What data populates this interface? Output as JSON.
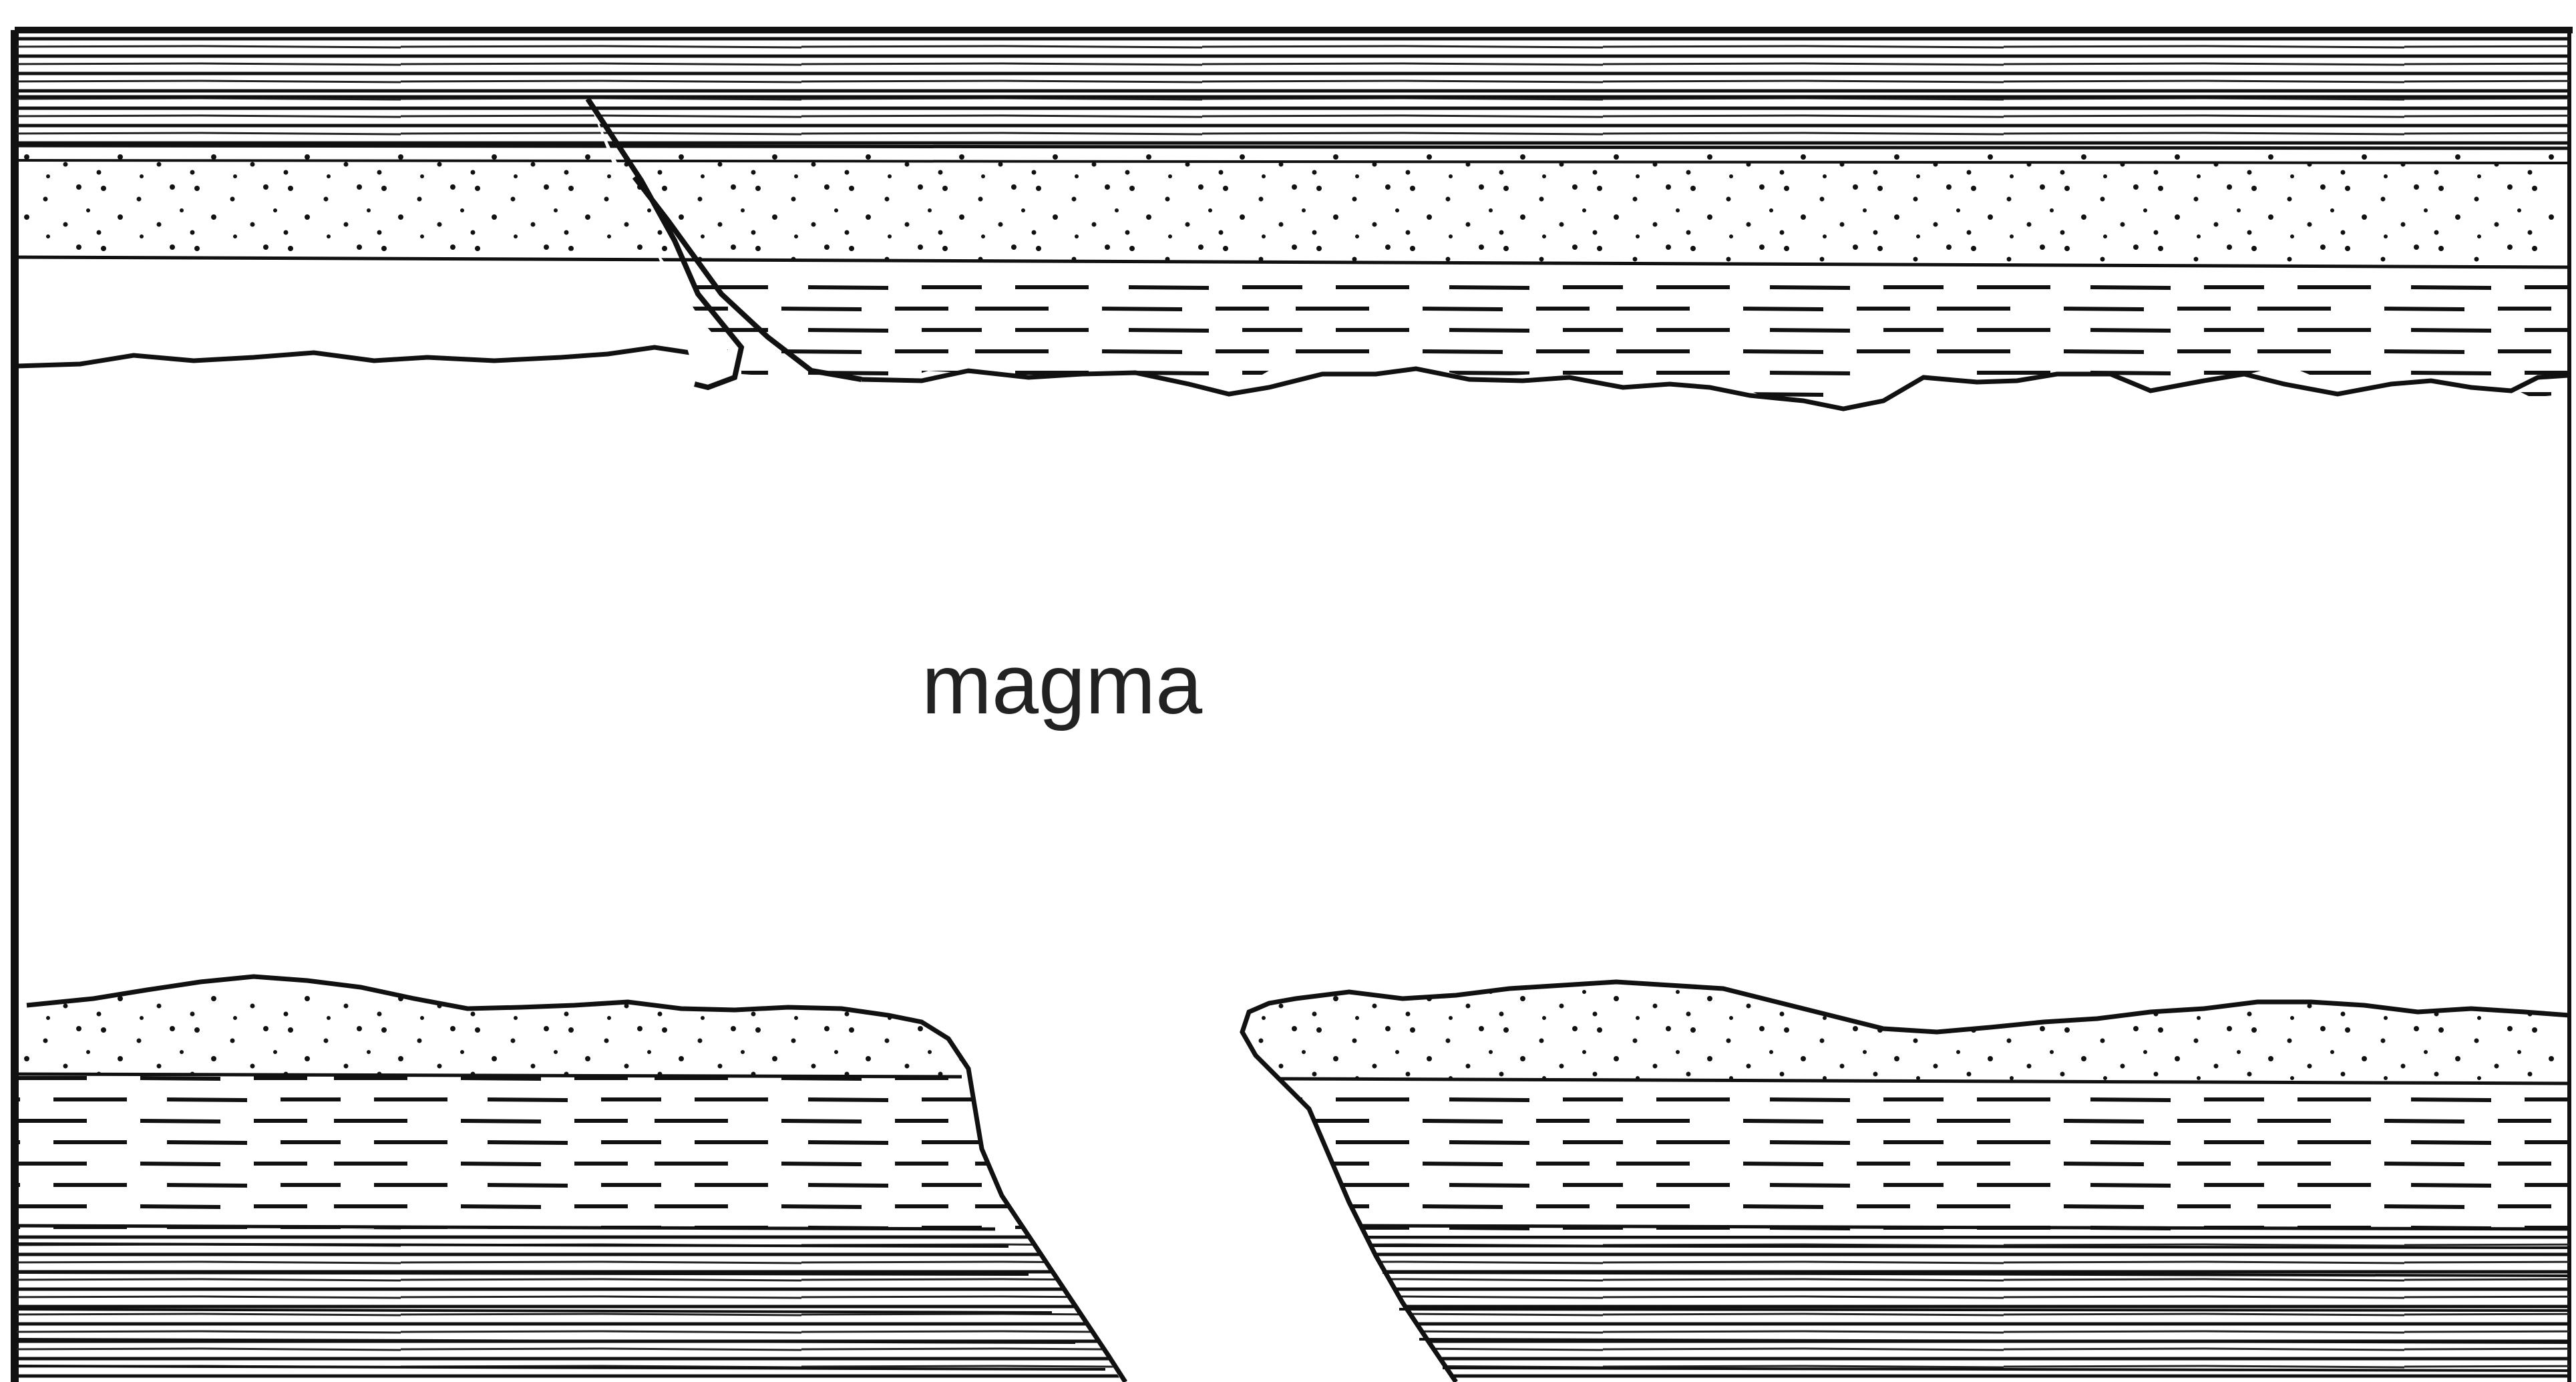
{
  "diagram": {
    "magma_label": "magma",
    "colors": {
      "ink": "#111111",
      "background": "#ffffff",
      "label": "#222222"
    },
    "patterns": [
      "horizontal-lines",
      "dotted",
      "dashed"
    ]
  }
}
